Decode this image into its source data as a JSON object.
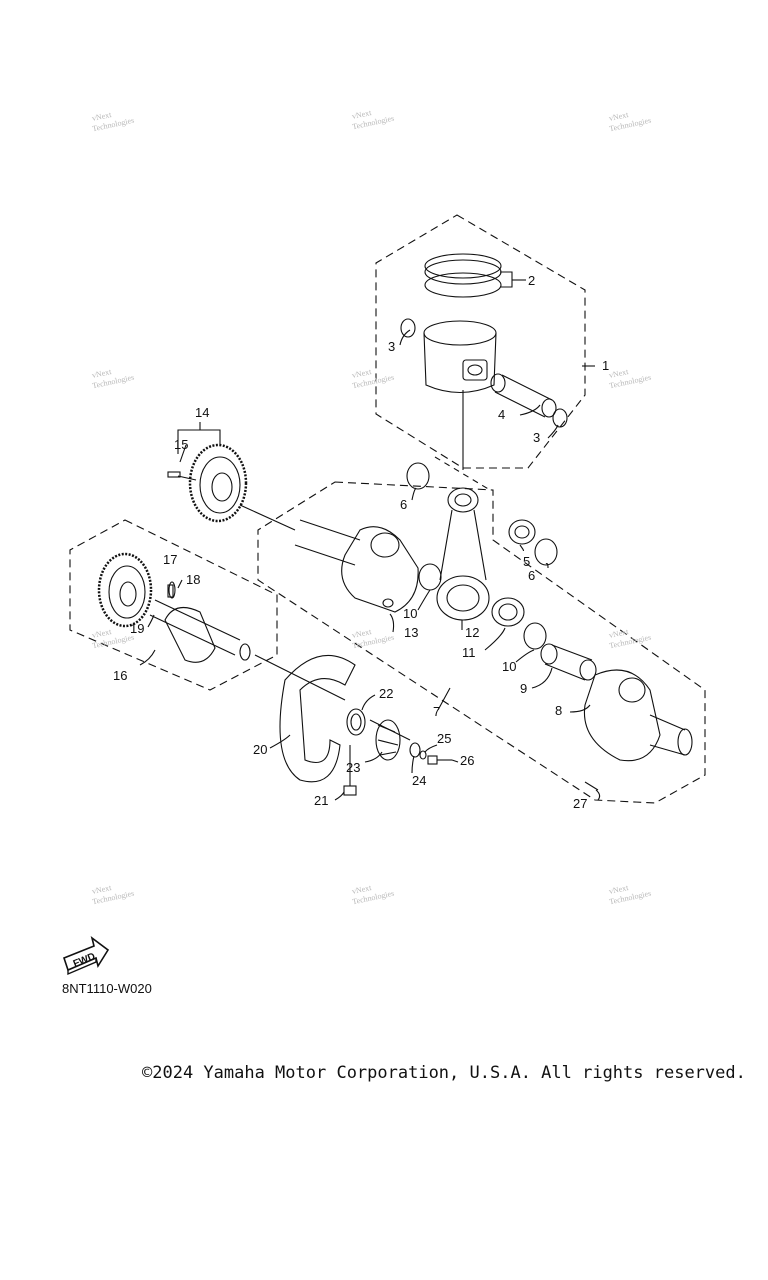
{
  "watermark": {
    "line1": "vNext",
    "line2": "Technologies"
  },
  "diagram_code": "8NT1110-W020",
  "fwd_label": "FWD",
  "copyright": "©2024 Yamaha Motor Corporation, U.S.A. All rights reserved.",
  "callouts": [
    "1",
    "2",
    "3",
    "3",
    "4",
    "5",
    "6",
    "6",
    "7",
    "8",
    "9",
    "10",
    "10",
    "11",
    "12",
    "13",
    "14",
    "15",
    "16",
    "17",
    "18",
    "19",
    "20",
    "21",
    "22",
    "23",
    "24",
    "25",
    "26",
    "27"
  ]
}
